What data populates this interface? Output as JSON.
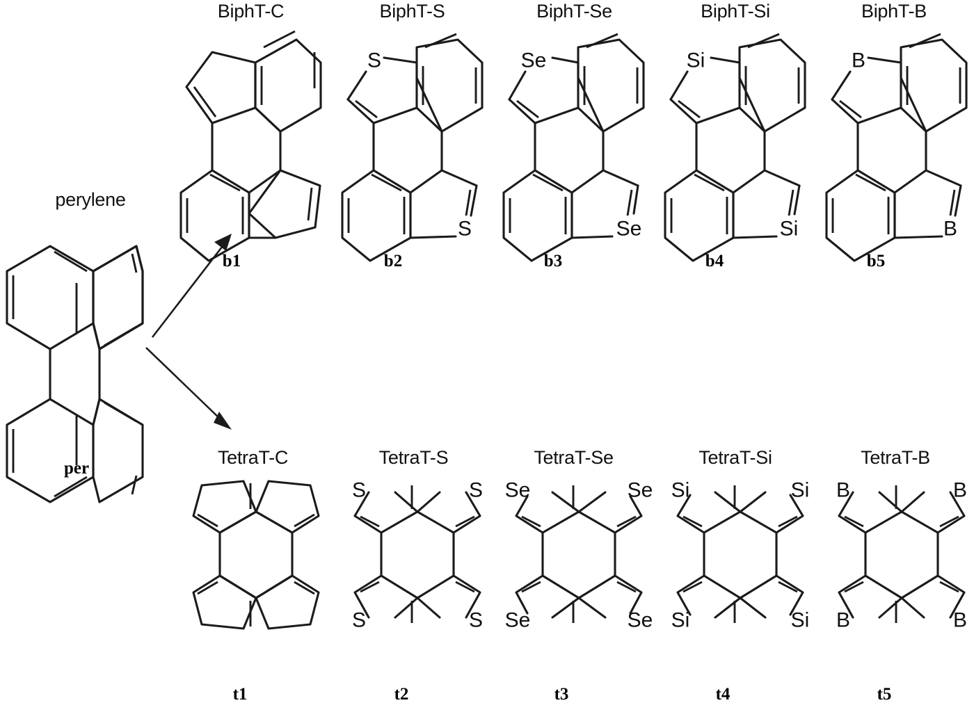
{
  "figure": {
    "kind": "chemical-structure-figure",
    "description": "Perylene and its tetra-/bi-fused five-membered-ring derivatives with C, S, Se, Si and B heteroatoms"
  },
  "parent": {
    "title": "perylene",
    "caption": "per"
  },
  "arrows": [
    {
      "name": "arrow-to-b1",
      "target": "b1"
    },
    {
      "name": "arrow-to-t1",
      "target": "t1"
    }
  ],
  "rows": [
    {
      "id": "biph",
      "series_prefix": "BiphT",
      "molecules": [
        {
          "title": "BiphT-C",
          "caption": "b1",
          "heteroatom": "C",
          "show_labels": false
        },
        {
          "title": "BiphT-S",
          "caption": "b2",
          "heteroatom": "S",
          "show_labels": true
        },
        {
          "title": "BiphT-Se",
          "caption": "b3",
          "heteroatom": "Se",
          "show_labels": true
        },
        {
          "title": "BiphT-Si",
          "caption": "b4",
          "heteroatom": "Si",
          "show_labels": true
        },
        {
          "title": "BiphT-B",
          "caption": "b5",
          "heteroatom": "B",
          "show_labels": true
        }
      ]
    },
    {
      "id": "tetra",
      "series_prefix": "TetraT",
      "molecules": [
        {
          "title": "TetraT-C",
          "caption": "t1",
          "heteroatom": "C",
          "show_labels": false
        },
        {
          "title": "TetraT-S",
          "caption": "t2",
          "heteroatom": "S",
          "show_labels": true
        },
        {
          "title": "TetraT-Se",
          "caption": "t3",
          "heteroatom": "Se",
          "show_labels": true
        },
        {
          "title": "TetraT-Si",
          "caption": "t4",
          "heteroatom": "Si",
          "show_labels": true
        },
        {
          "title": "TetraT-B",
          "caption": "t5",
          "heteroatom": "B",
          "show_labels": true
        }
      ]
    }
  ],
  "colors": {
    "bond": "#1b1b1b",
    "text": "#111111",
    "background": "#ffffff"
  }
}
